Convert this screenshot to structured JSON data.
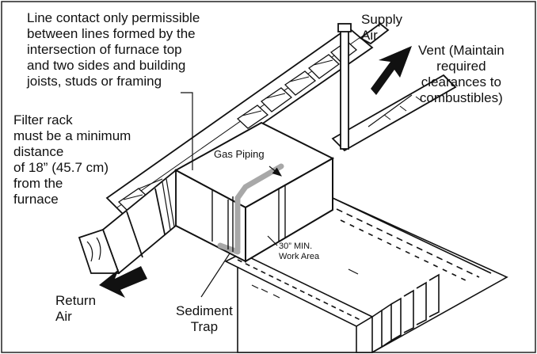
{
  "labels": {
    "line_contact": [
      "Line contact only permissible",
      "between lines formed by the",
      "intersection of furnace top",
      "and two sides and building",
      "joists, studs or framing"
    ],
    "supply_air": [
      "Supply",
      "Air"
    ],
    "vent": [
      "Vent (Maintain",
      "required",
      "clearances to",
      "combustibles)"
    ],
    "filter_rack": [
      "Filter rack",
      "must be a minimum",
      "distance",
      "of 18” (45.7 cm)",
      "from the",
      "furnace"
    ],
    "gas_piping": "Gas Piping",
    "work_area": [
      "30” MIN.",
      "Work Area"
    ],
    "return_air": [
      "Return",
      "Air"
    ],
    "sediment_trap": [
      "Sediment",
      "Trap"
    ]
  },
  "colors": {
    "line": "#111111",
    "pipe": "#a8a8a8",
    "border": "#222222",
    "background": "#ffffff"
  }
}
